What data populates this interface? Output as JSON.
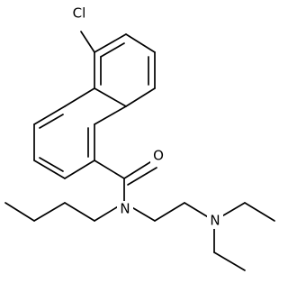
{
  "molecule": {
    "atoms": {
      "chlorine": "Cl",
      "oxygen": "O",
      "amide_nitrogen": "N",
      "amine_nitrogen": "N"
    },
    "colors": {
      "bond": "#000000",
      "label": "#000000",
      "background": "#ffffff"
    }
  }
}
